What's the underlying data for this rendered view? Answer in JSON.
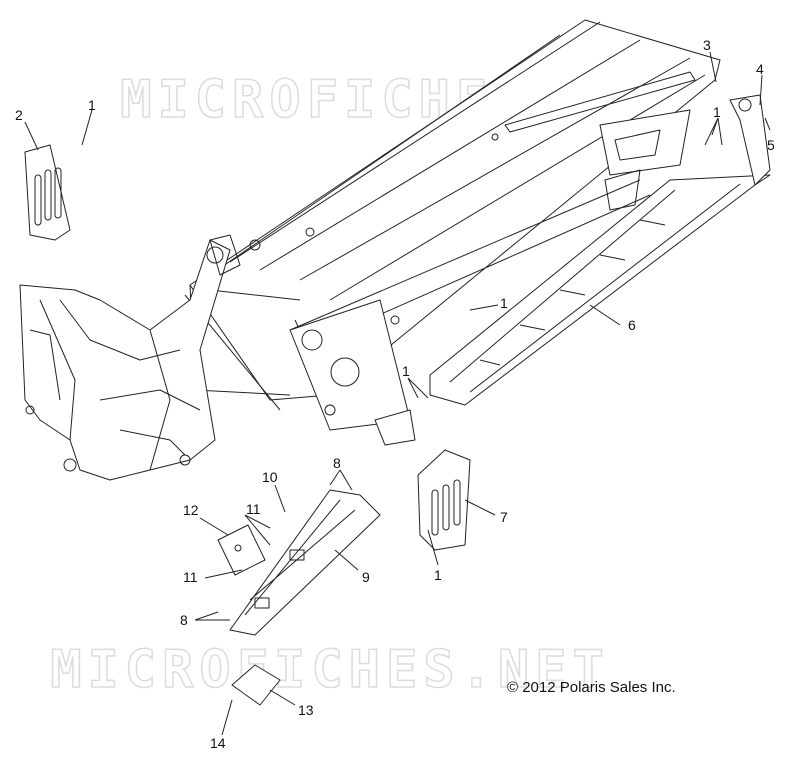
{
  "watermarks": [
    "MICROFICHES.NET",
    "MICROFICHES.NET"
  ],
  "copyright": "© 2012 Polaris Sales Inc.",
  "callouts": [
    {
      "id": "c1a",
      "label": "1"
    },
    {
      "id": "c2",
      "label": "2"
    },
    {
      "id": "c3",
      "label": "3"
    },
    {
      "id": "c4",
      "label": "4"
    },
    {
      "id": "c5",
      "label": "5"
    },
    {
      "id": "c1b",
      "label": "1"
    },
    {
      "id": "c1c",
      "label": "1"
    },
    {
      "id": "c6",
      "label": "6"
    },
    {
      "id": "c1d",
      "label": "1"
    },
    {
      "id": "c8a",
      "label": "8"
    },
    {
      "id": "c10",
      "label": "10"
    },
    {
      "id": "c7",
      "label": "7"
    },
    {
      "id": "c12",
      "label": "12"
    },
    {
      "id": "c11a",
      "label": "11"
    },
    {
      "id": "c11b",
      "label": "11"
    },
    {
      "id": "c9",
      "label": "9"
    },
    {
      "id": "c1e",
      "label": "1"
    },
    {
      "id": "c8b",
      "label": "8"
    },
    {
      "id": "c13",
      "label": "13"
    },
    {
      "id": "c14",
      "label": "14"
    }
  ]
}
